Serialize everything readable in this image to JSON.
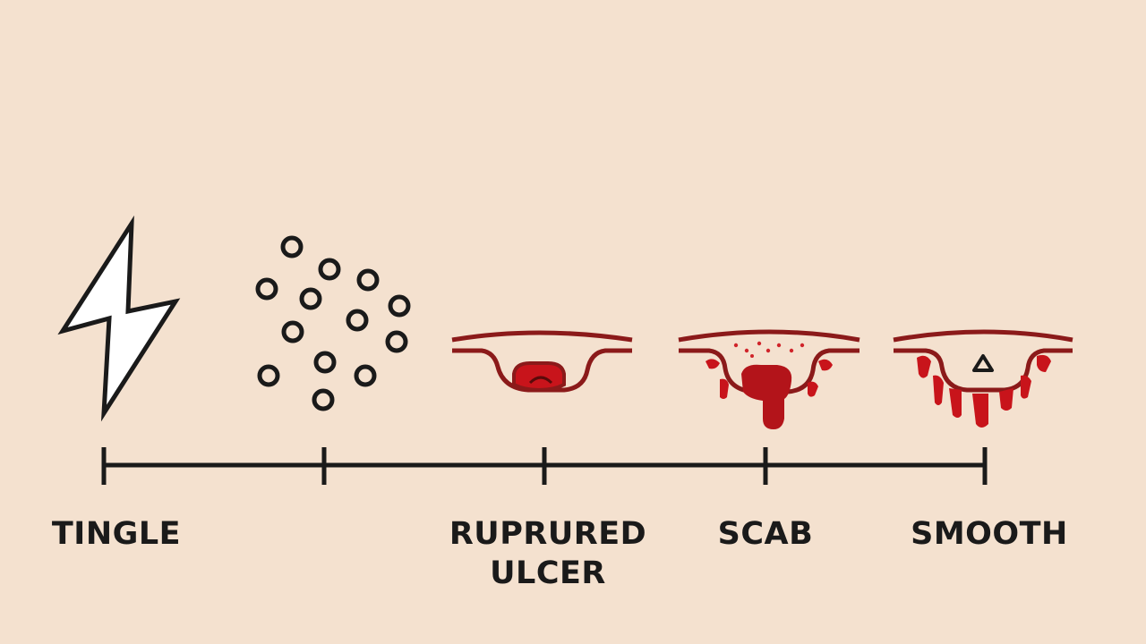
{
  "stages": [
    {
      "id": "tingle",
      "label_lines": [
        "TINGLE"
      ],
      "icon": "lightning-bolt-icon"
    },
    {
      "id": "blisters",
      "label_lines": [],
      "icon": "blister-cluster-icon"
    },
    {
      "id": "ruptured-ulcer",
      "label_lines": [
        "RUPRURED",
        "ULCER"
      ],
      "icon": "ruptured-ulcer-icon"
    },
    {
      "id": "scab",
      "label_lines": [
        "SCAB"
      ],
      "icon": "scab-icon"
    },
    {
      "id": "smooth",
      "label_lines": [
        "SMOOTH"
      ],
      "icon": "smooth-skin-icon"
    }
  ],
  "colors": {
    "background": "#f4e1cf",
    "ink": "#1a1a1a",
    "skin_outline": "#8b1a1a",
    "blood": "#c8141b",
    "blood_dark": "#a30f14"
  }
}
